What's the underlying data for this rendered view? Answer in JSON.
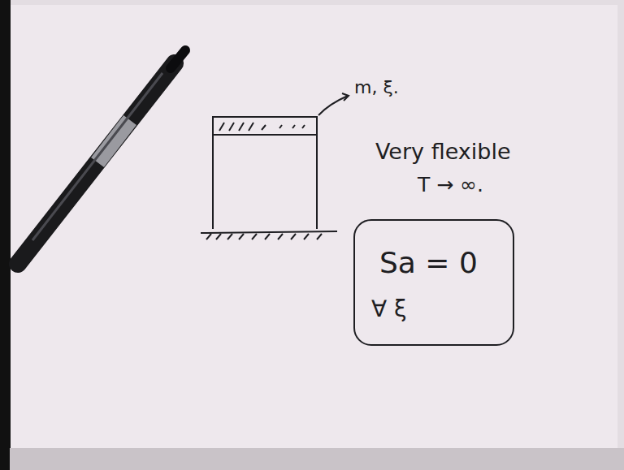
{
  "diagram": {
    "nodes": [
      {
        "text": [
          "Sa = 0",
          "∀ ξ"
        ]
      }
    ],
    "labels": [
      "m, ξ.",
      "Very flexible",
      "T → ∞."
    ]
  }
}
